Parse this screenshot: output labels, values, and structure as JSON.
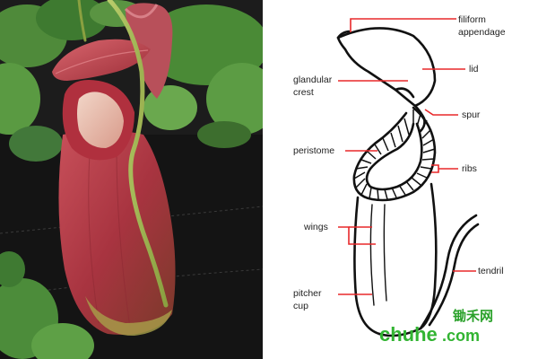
{
  "labels": {
    "filiform_line1": "filiform",
    "filiform_line2": "appendage",
    "lid": "lid",
    "glandular_line1": "glandular",
    "glandular_line2": "crest",
    "spur": "spur",
    "peristome": "peristome",
    "ribs": "ribs",
    "wings": "wings",
    "tendril": "tendril",
    "pitcher_line1": "pitcher",
    "pitcher_line2": "cup"
  },
  "watermark": {
    "chinese": "锄禾网",
    "domain_main": "chuhe",
    "domain_tld": ".com"
  },
  "colors": {
    "pointer_line": "#e8282a",
    "outline": "#111111",
    "watermark_green": "#32b432",
    "photo_background": "#1c1c1c"
  }
}
